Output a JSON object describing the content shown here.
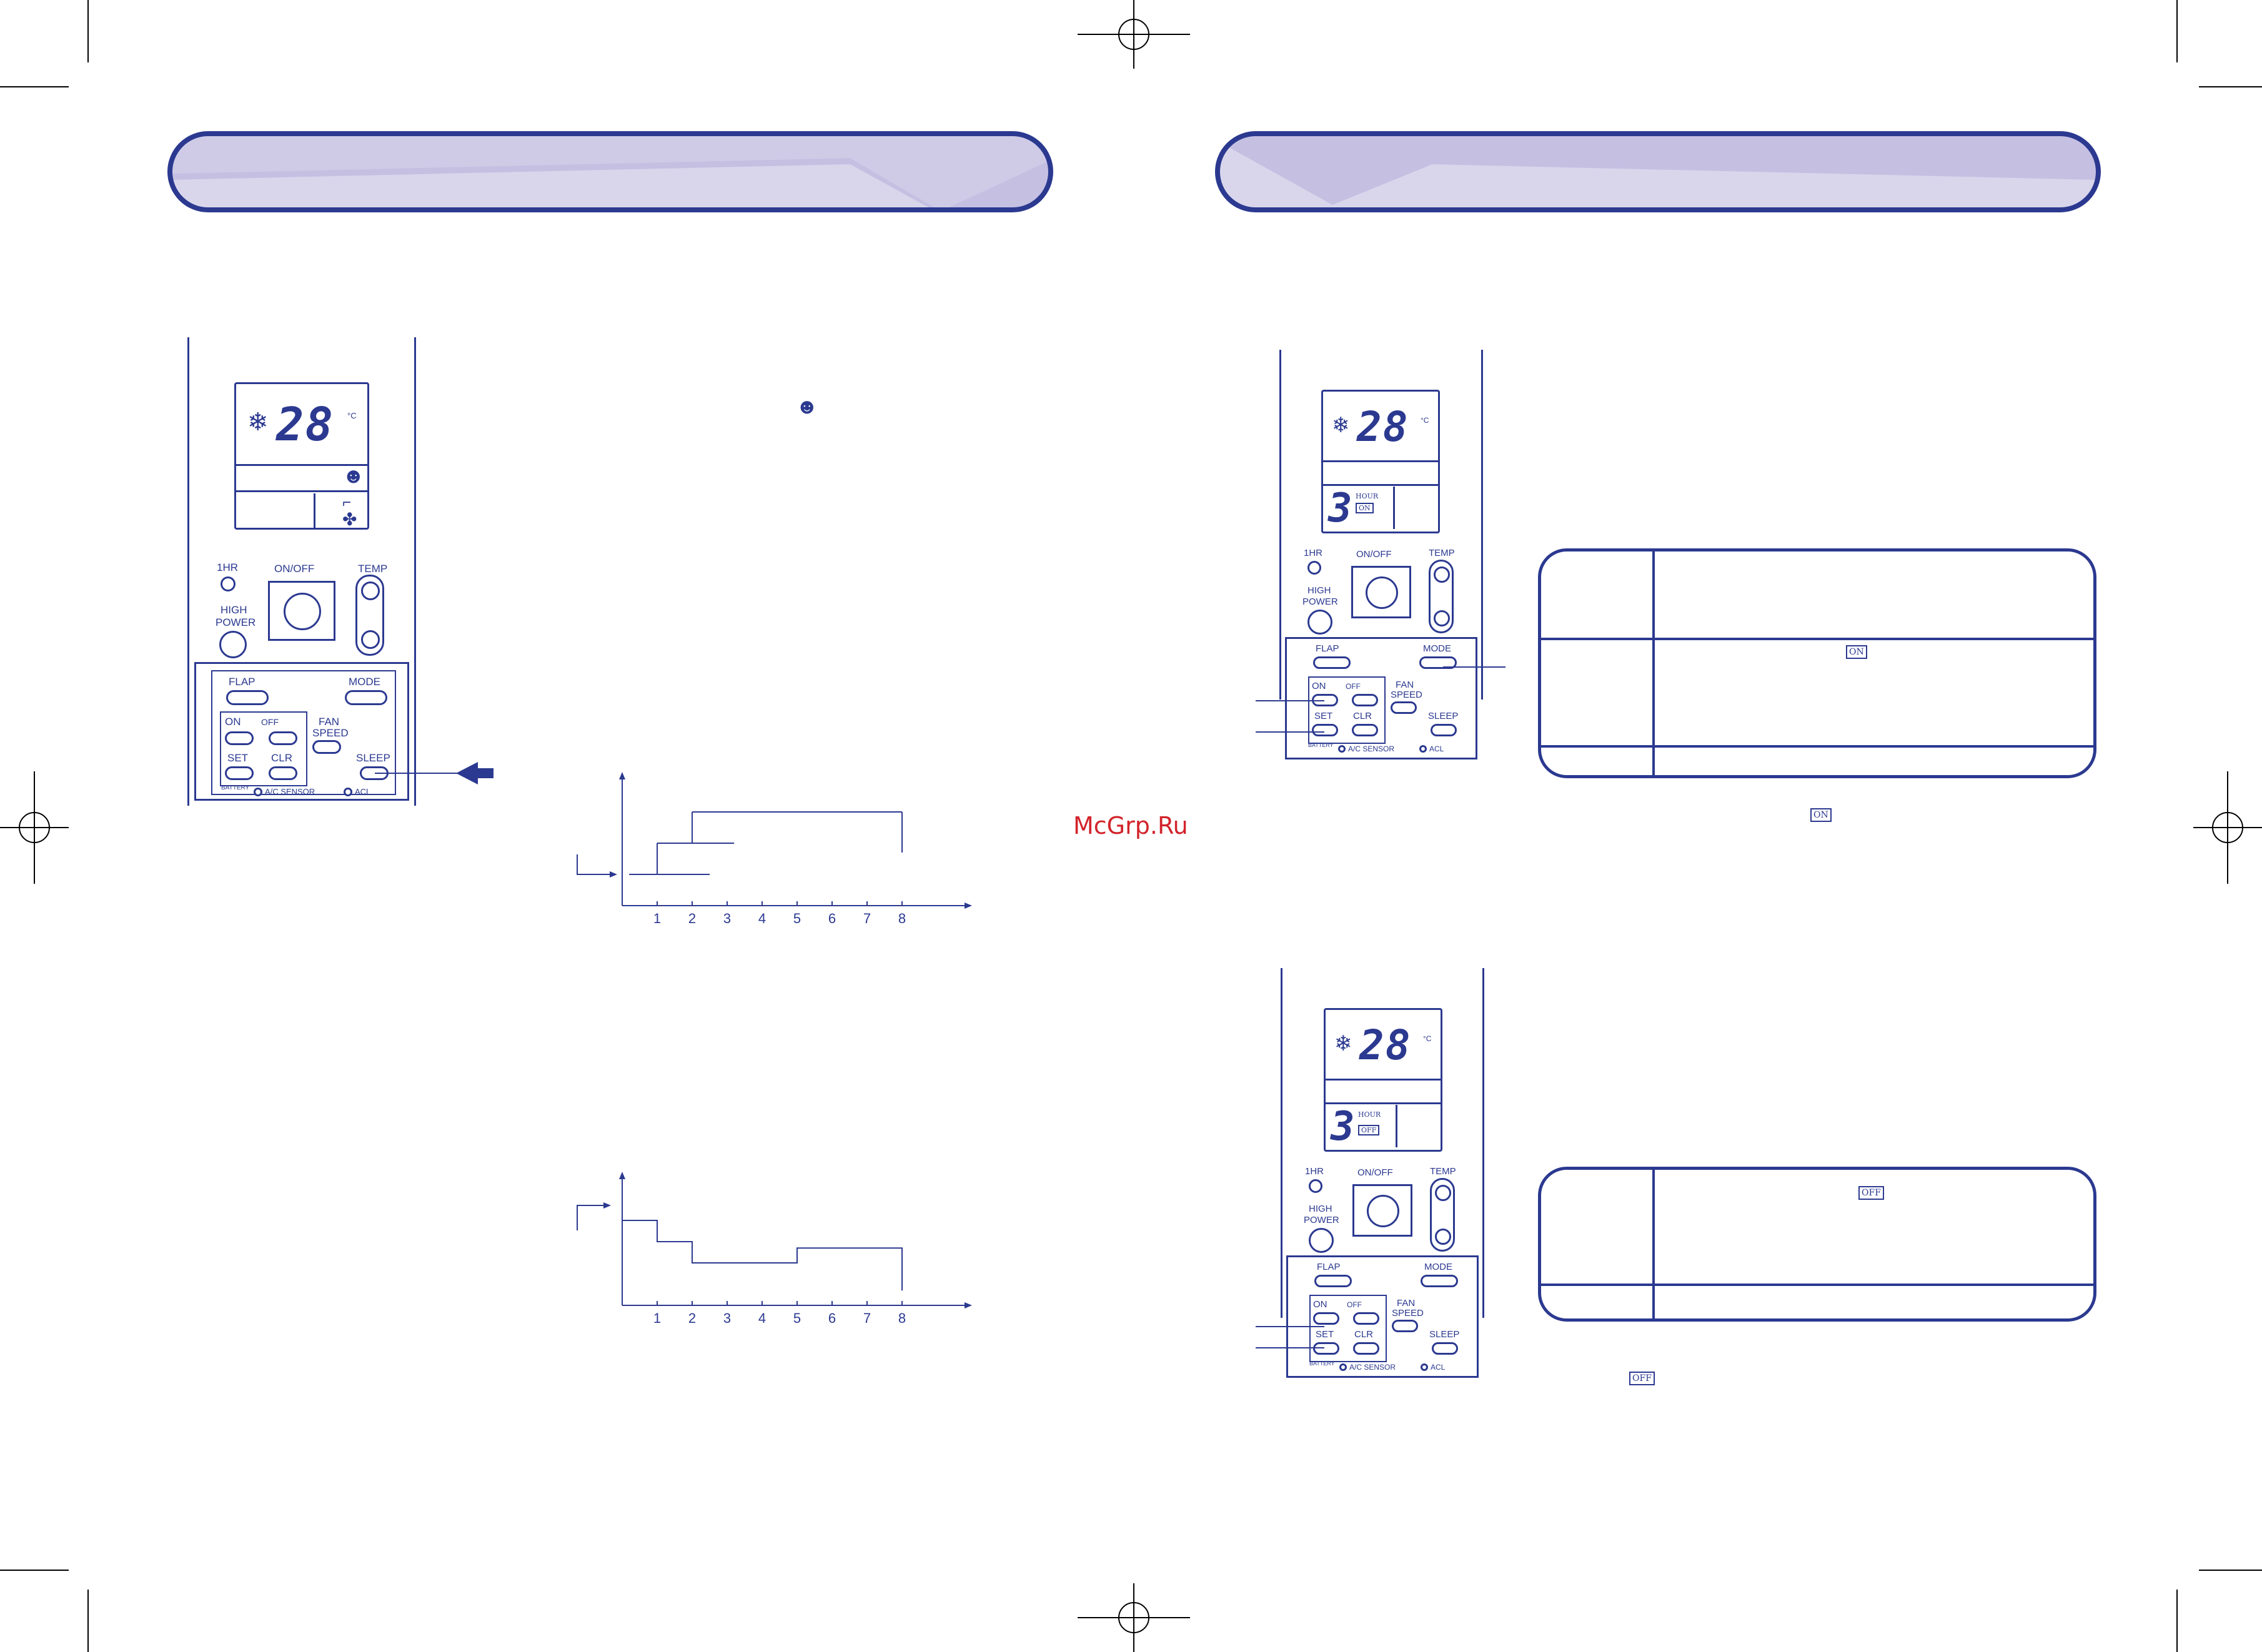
{
  "watermark": "McGrp.Ru",
  "remote_labels": {
    "one_hr": "1HR",
    "on_off": "ON/OFF",
    "temp": "TEMP",
    "high": "HIGH",
    "power": "POWER",
    "flap": "FLAP",
    "mode": "MODE",
    "on": "ON",
    "off": "OFF",
    "fan": "FAN",
    "speed": "SPEED",
    "set": "SET",
    "clr": "CLR",
    "sleep": "SLEEP",
    "battery": "BATTERY",
    "ac_sensor": "A/C SENSOR",
    "acl": "ACL",
    "celsius": "°C",
    "hour": "HOUR"
  },
  "display": {
    "temperature": "28",
    "timer_hours": "3",
    "on_badge": "ON",
    "off_badge": "OFF"
  },
  "chart_data": [
    {
      "type": "line",
      "x": [
        1,
        2,
        3,
        4,
        5,
        6,
        7,
        8
      ],
      "series": [
        {
          "segments": [
            [
              0.2,
              2.5,
              0.0
            ],
            [
              1.0,
              3.2,
              1.0
            ],
            [
              2.0,
              8.0,
              2.0
            ]
          ]
        }
      ],
      "tick_labels": [
        "1",
        "2",
        "3",
        "4",
        "5",
        "6",
        "7",
        "8"
      ]
    },
    {
      "type": "line",
      "x": [
        0,
        1,
        1,
        2,
        2,
        5,
        5,
        8,
        8
      ],
      "y": [
        4,
        4,
        3,
        3,
        2,
        2,
        2.7,
        2.7,
        0.7
      ],
      "tick_labels": [
        "1",
        "2",
        "3",
        "4",
        "5",
        "6",
        "7",
        "8"
      ]
    }
  ]
}
